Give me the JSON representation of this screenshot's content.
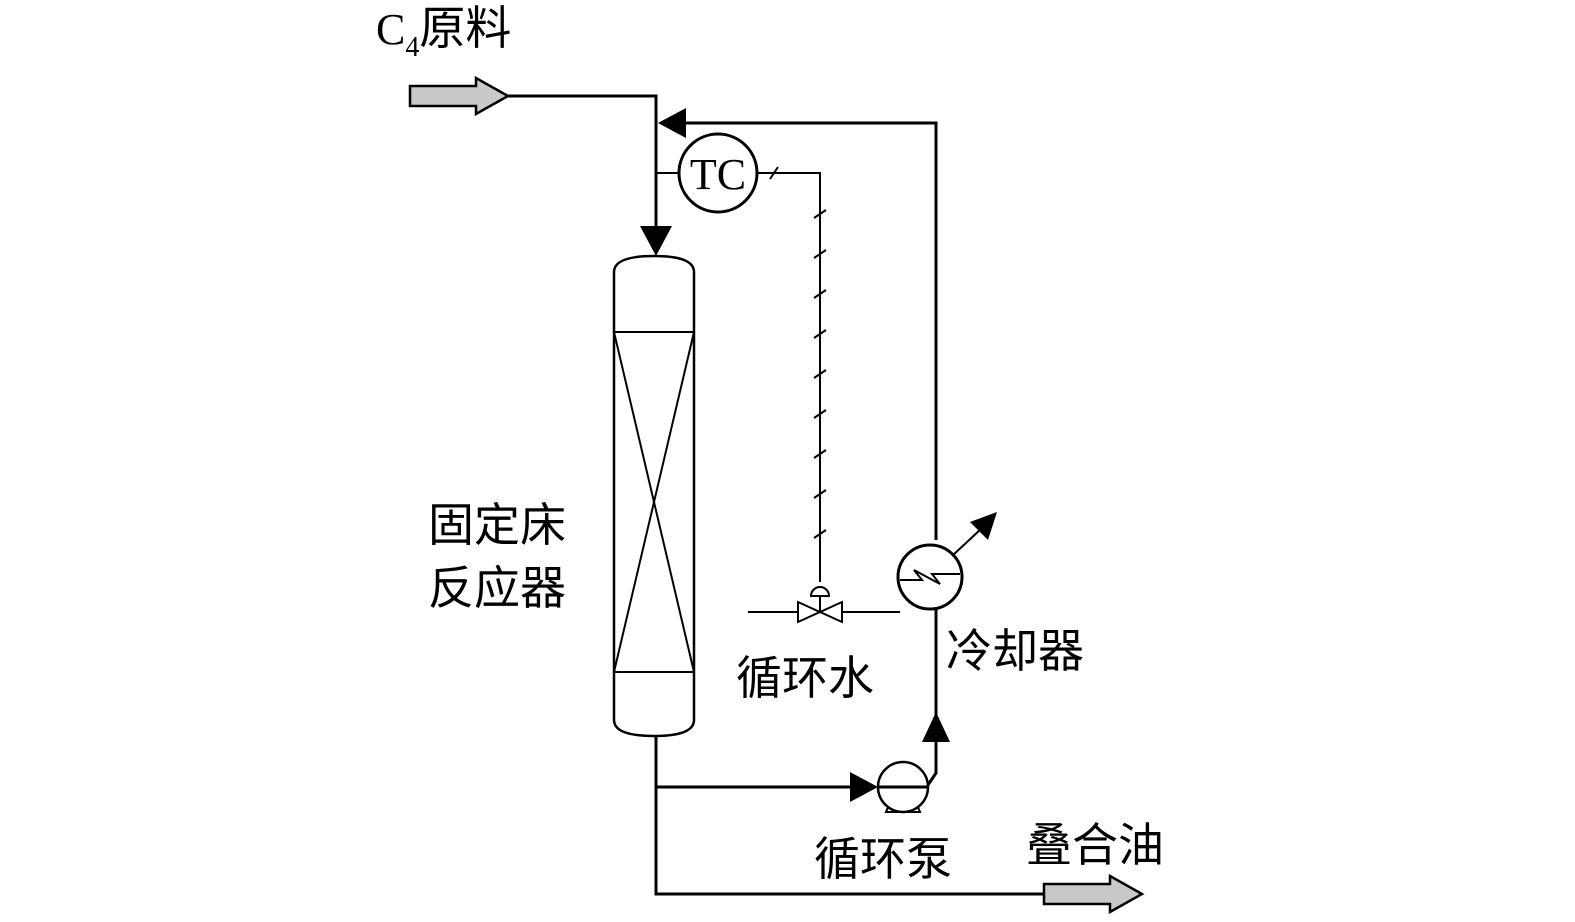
{
  "labels": {
    "feed_prefix": "C",
    "feed_subscript": "4",
    "feed_suffix": "原料",
    "controller": "TC",
    "reactor_line1": "固定床",
    "reactor_line2": "反应器",
    "cooling_water": "循环水",
    "cooler": "冷却器",
    "pump": "循环泵",
    "product": "叠合油"
  },
  "colors": {
    "line": "#000000",
    "stream_arrow_fill": "#c8c8c8"
  },
  "icons": {
    "feed": "hollow-arrow-icon",
    "controller": "instrument-circle-icon",
    "reactor": "packed-column-icon",
    "valve": "control-valve-icon",
    "cooler": "heat-exchanger-icon",
    "pump": "centrifugal-pump-icon",
    "product": "hollow-arrow-icon"
  }
}
